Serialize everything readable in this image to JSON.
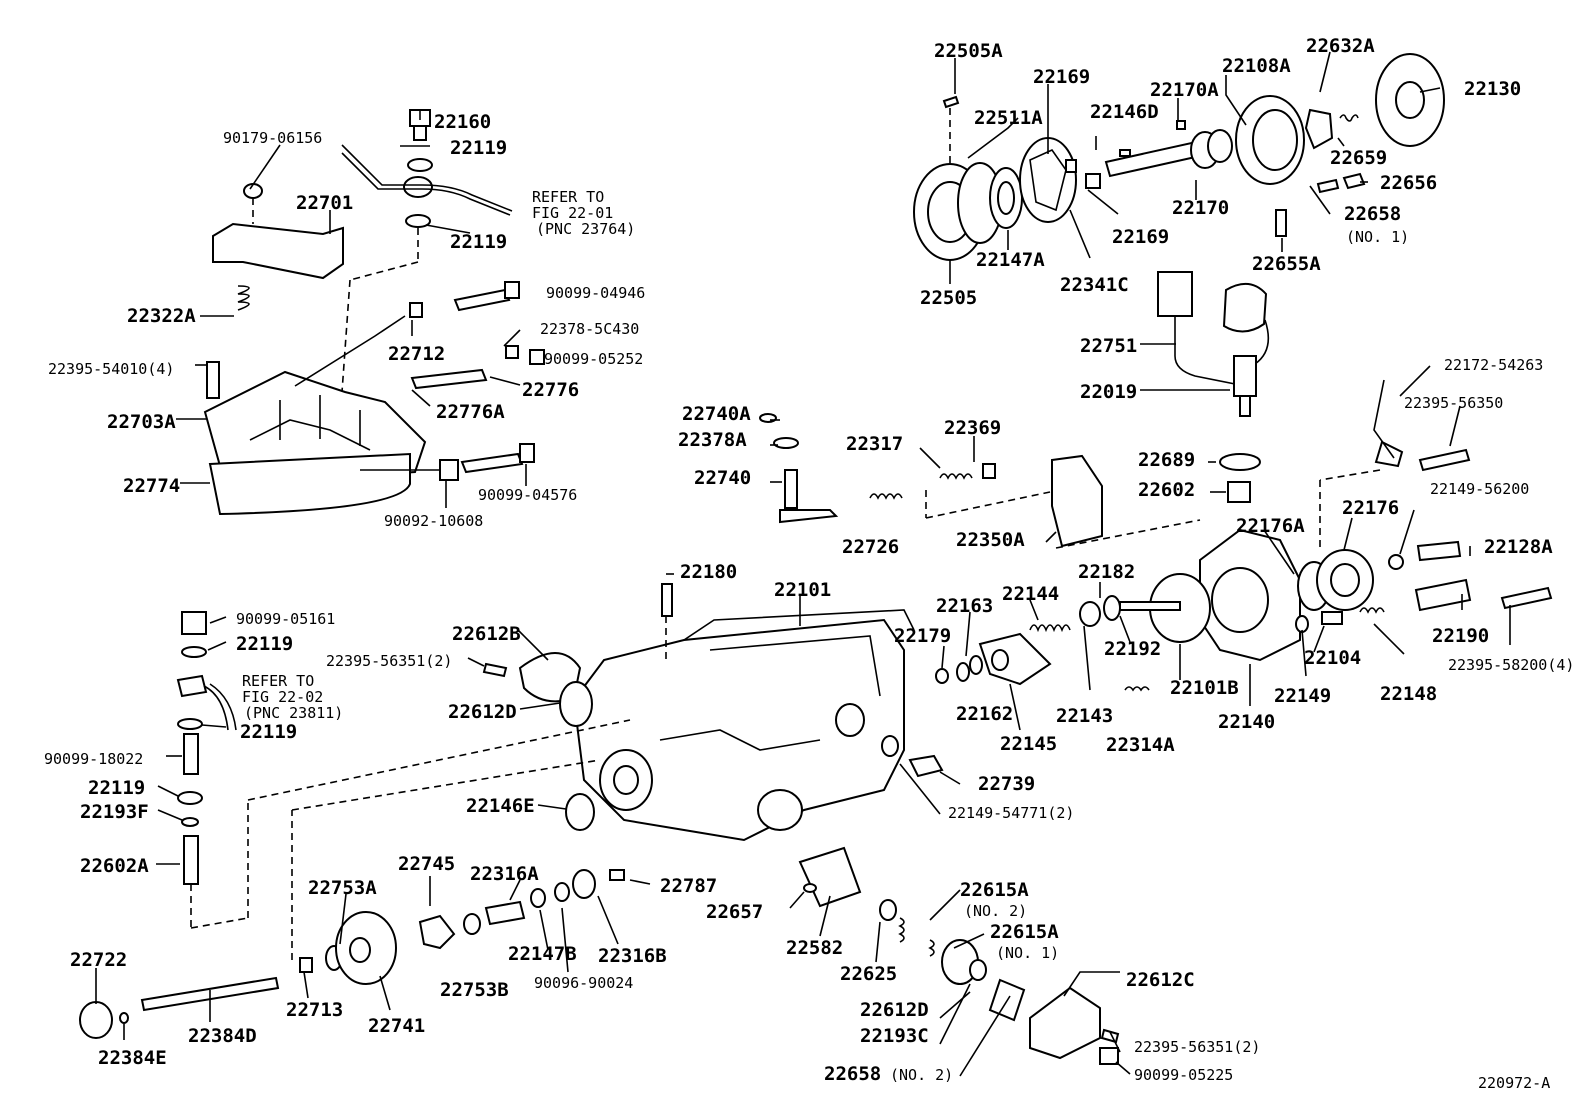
{
  "diagram_id": "220972-A",
  "labels": {
    "l22505A": "22505A",
    "l22169a": "22169",
    "l22170A": "22170A",
    "l22108A": "22108A",
    "l22632A": "22632A",
    "l22130": "22130",
    "l22511A": "22511A",
    "l22146D": "22146D",
    "l22659": "22659",
    "l22656": "22656",
    "l22170": "22170",
    "l22169b": "22169",
    "l22658n1": "22658",
    "l22658n1sub": "(NO. 1)",
    "l22147A": "22147A",
    "l22341C": "22341C",
    "l22655A": "22655A",
    "l22505": "22505",
    "l22751": "22751",
    "l22019": "22019",
    "l22160": "22160",
    "l90179": "90179-06156",
    "l22119a": "22119",
    "l22701": "22701",
    "refer1a": "REFER TO",
    "refer1b": "FIG 22-01",
    "refer1c": "(PNC 23764)",
    "l22119b": "22119",
    "l90099_04946": "90099-04946",
    "l22322A": "22322A",
    "l22378_5C430": "22378-5C430",
    "l22712": "22712",
    "l90099_05252": "90099-05252",
    "l22395_54010": "22395-54010(4)",
    "l22776": "22776",
    "l22703A": "22703A",
    "l22776A": "22776A",
    "l22774": "22774",
    "l90099_04576": "90099-04576",
    "l90092_10608": "90092-10608",
    "l22172_54263": "22172-54263",
    "l22395_56350": "22395-56350",
    "l22740A": "22740A",
    "l22378A": "22378A",
    "l22317": "22317",
    "l22369": "22369",
    "l22740": "22740",
    "l22689": "22689",
    "l22602": "22602",
    "l22149_56200": "22149-56200",
    "l22176": "22176",
    "l22176A": "22176A",
    "l22726": "22726",
    "l22350A": "22350A",
    "l22128A": "22128A",
    "l22180": "22180",
    "l22101": "22101",
    "l22182": "22182",
    "l22144": "22144",
    "l22163": "22163",
    "l22179": "22179",
    "l22192": "22192",
    "l22190": "22190",
    "l22395_58200": "22395-58200(4)",
    "l22104": "22104",
    "l22101B": "22101B",
    "l22149": "22149",
    "l22148": "22148",
    "l22162": "22162",
    "l22143": "22143",
    "l22140": "22140",
    "l22145": "22145",
    "l22314A": "22314A",
    "l22739": "22739",
    "l22149_54771": "22149-54771(2)",
    "l90099_05161": "90099-05161",
    "l22119c": "22119",
    "l22612B": "22612B",
    "l22395_56351a": "22395-56351(2)",
    "refer2a": "REFER TO",
    "refer2b": "FIG 22-02",
    "refer2c": "(PNC 23811)",
    "l22612Da": "22612D",
    "l22119d": "22119",
    "l90099_18022": "90099-18022",
    "l22119e": "22119",
    "l22193F": "22193F",
    "l22146E": "22146E",
    "l22602A": "22602A",
    "l22745": "22745",
    "l22316A": "22316A",
    "l22787": "22787",
    "l22753A": "22753A",
    "l22657": "22657",
    "l22615An2": "22615A",
    "l22615An2sub": "(NO. 2)",
    "l22615An1": "22615A",
    "l22615An1sub": "(NO. 1)",
    "l22147B": "22147B",
    "l22316B": "22316B",
    "l22582": "22582",
    "l22722": "22722",
    "l22753B": "22753B",
    "l90096_90024": "90096-90024",
    "l22625": "22625",
    "l22612C": "22612C",
    "l22713": "22713",
    "l22741": "22741",
    "l22612Db": "22612D",
    "l22384D": "22384D",
    "l22193C": "22193C",
    "l22395_56351b": "22395-56351(2)",
    "l22384E": "22384E",
    "l22658n2": "22658",
    "l22658n2sub": "(NO. 2)",
    "l90099_05225": "90099-05225"
  }
}
